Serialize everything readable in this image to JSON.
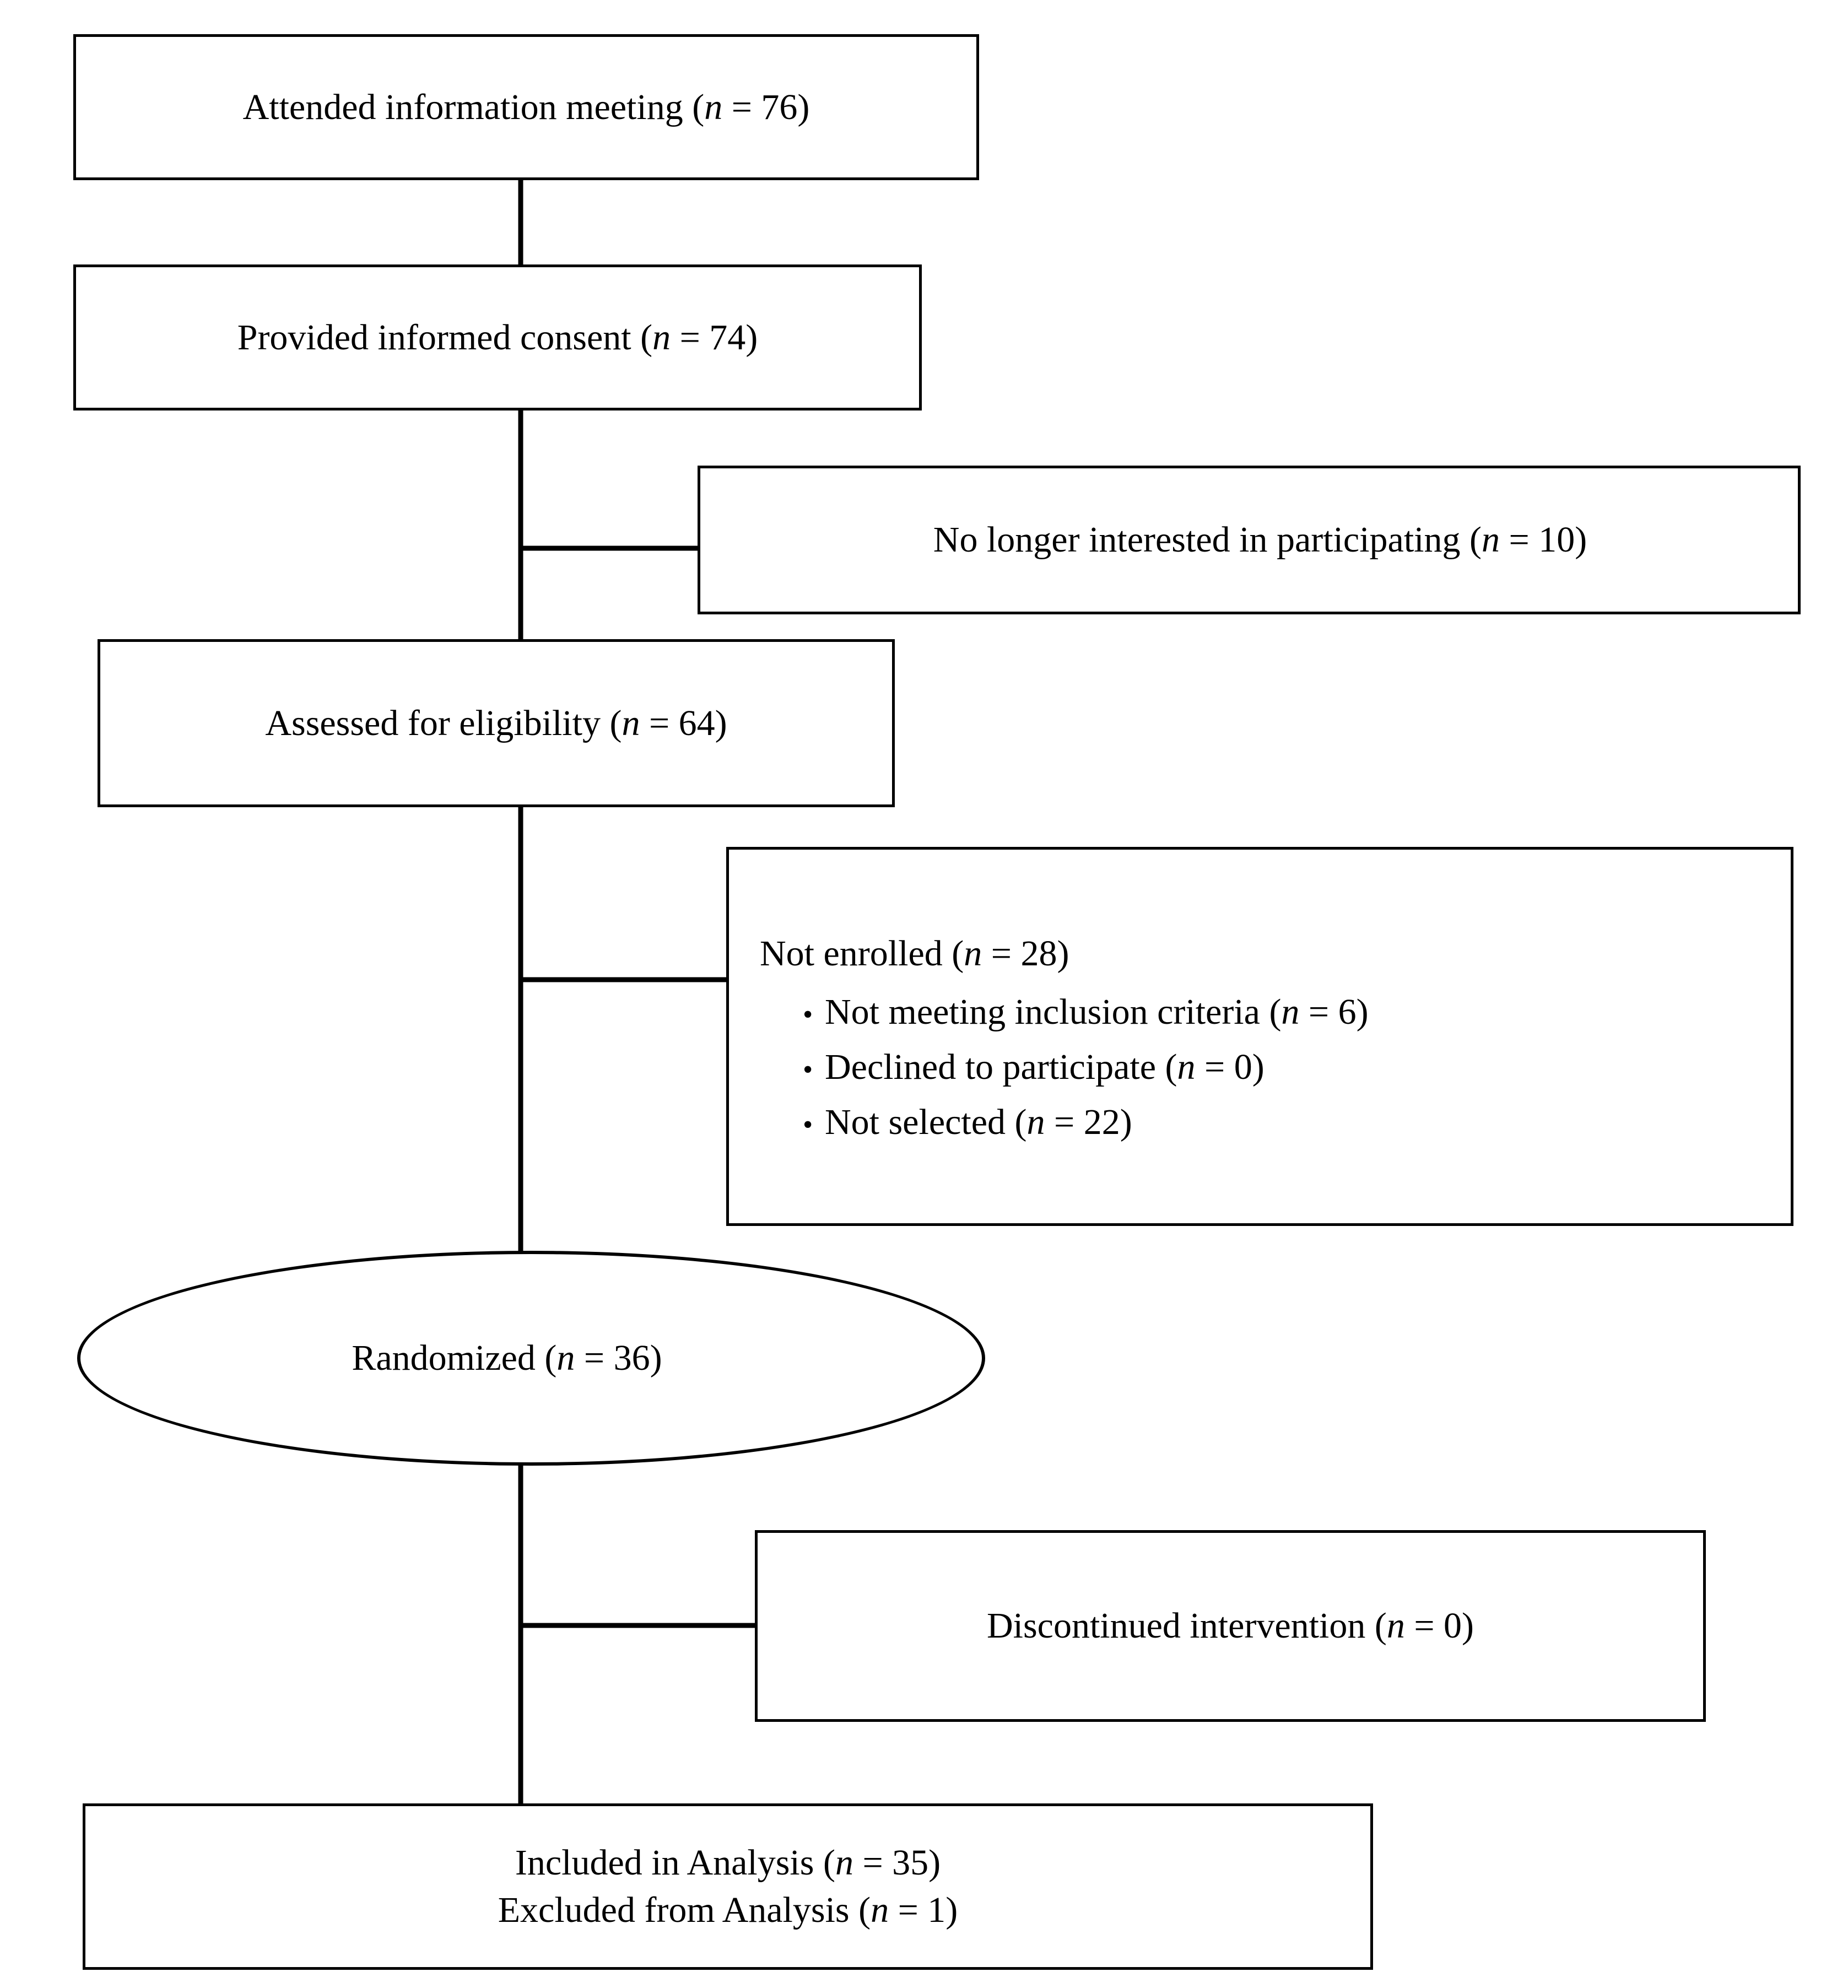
{
  "diagram": {
    "type": "consort-flow-diagram",
    "background_color": "#ffffff",
    "line_color": "#000000",
    "nodes": {
      "attended": {
        "shape": "rectangle",
        "label_prefix": "Attended information meeting (",
        "label_n": "n",
        "label_suffix": " = 76)",
        "full_text": "Attended information meeting (n = 76)",
        "value": 76
      },
      "consent": {
        "shape": "rectangle",
        "label_prefix": "Provided informed consent (",
        "label_n": "n",
        "label_suffix": " = 74)",
        "full_text": "Provided informed consent (n = 74)",
        "value": 74
      },
      "no_longer_interested": {
        "shape": "rectangle",
        "label_prefix": "No longer interested in participating (",
        "label_n": "n",
        "label_suffix": " = 10)",
        "full_text": "No longer interested in participating (n = 10)",
        "value": 10
      },
      "assessed": {
        "shape": "rectangle",
        "label_prefix": "Assessed for eligibility (",
        "label_n": "n",
        "label_suffix": " = 64)",
        "full_text": "Assessed for eligibility (n = 64)",
        "value": 64
      },
      "not_enrolled": {
        "shape": "rectangle",
        "heading_prefix": "Not enrolled (",
        "heading_n": "n",
        "heading_suffix": " = 28)",
        "heading_full": "Not enrolled (n = 28)",
        "value": 28,
        "bullets": [
          {
            "marker": "•",
            "prefix": "Not meeting inclusion criteria (",
            "n": "n",
            "suffix": " = 6)",
            "full_text": "Not meeting inclusion criteria (n = 6)",
            "value": 6
          },
          {
            "marker": "•",
            "prefix": "Declined to participate (",
            "n": "n",
            "suffix": " = 0)",
            "full_text": "Declined to participate (n = 0)",
            "value": 0
          },
          {
            "marker": "•",
            "prefix": "Not selected (",
            "n": "n",
            "suffix": " = 22)",
            "full_text": "Not selected (n = 22)",
            "value": 22
          }
        ]
      },
      "randomized": {
        "shape": "ellipse",
        "label_prefix": "Randomized (",
        "label_n": "n",
        "label_suffix": " = 36)",
        "full_text": "Randomized (n = 36)",
        "value": 36
      },
      "discontinued": {
        "shape": "rectangle",
        "label_prefix": "Discontinued intervention (",
        "label_n": "n",
        "label_suffix": " = 0)",
        "full_text": "Discontinued intervention (n = 0)",
        "value": 0
      },
      "analysis": {
        "shape": "rectangle",
        "line1_prefix": "Included in Analysis (",
        "line1_n": "n",
        "line1_suffix": " = 35)",
        "line1_full": "Included in Analysis (n = 35)",
        "line1_value": 35,
        "line2_prefix": "Excluded from Analysis (",
        "line2_n": "n",
        "line2_suffix": " = 1)",
        "line2_full": "Excluded from Analysis (n = 1)",
        "line2_value": 1
      }
    }
  }
}
